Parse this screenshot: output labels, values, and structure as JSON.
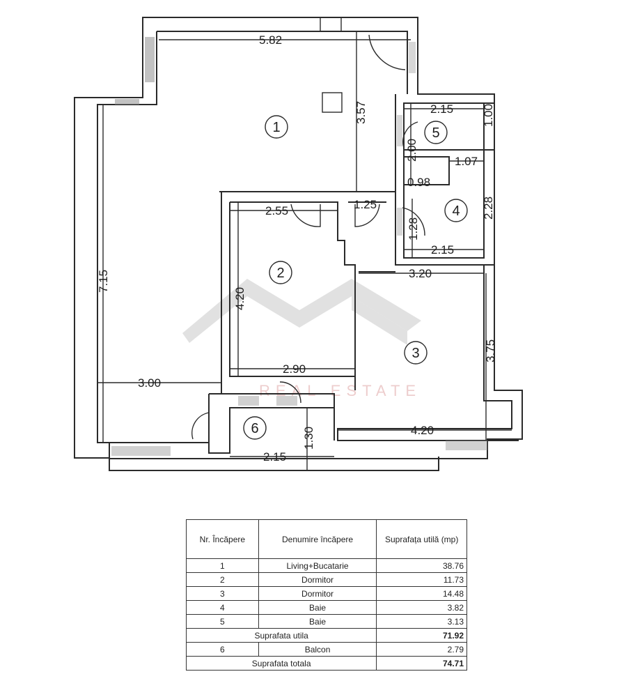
{
  "plan": {
    "dimensions": {
      "d582": "5.82",
      "d357": "3.57",
      "d715": "7.15",
      "d300": "3.00",
      "d255": "2.55",
      "d125": "1.25",
      "d420v": "4.20",
      "d290": "2.90",
      "d215a": "2.15",
      "d100": "1.00",
      "d200": "2.00",
      "d107": "1.07",
      "d098": "0.98",
      "d228": "2.28",
      "d128": "1.28",
      "d215b": "2.15",
      "d320": "3.20",
      "d375": "3.75",
      "d420h": "4.20",
      "d130": "1.30",
      "d215c": "2.15"
    },
    "rooms": [
      "1",
      "2",
      "3",
      "4",
      "5",
      "6"
    ],
    "watermark": {
      "sub": "REAL ESTATE"
    }
  },
  "table": {
    "headers": {
      "nr": "Nr. Încăpere",
      "name": "Denumire încăpere",
      "area": "Suprafața utilă (mp)"
    },
    "rows": [
      {
        "nr": "1",
        "name": "Living+Bucatarie",
        "area": "38.76"
      },
      {
        "nr": "2",
        "name": "Dormitor",
        "area": "11.73"
      },
      {
        "nr": "3",
        "name": "Dormitor",
        "area": "14.48"
      },
      {
        "nr": "4",
        "name": "Baie",
        "area": "3.82"
      },
      {
        "nr": "5",
        "name": "Baie",
        "area": "3.13"
      }
    ],
    "subtotal": {
      "label": "Suprafata utila",
      "area": "71.92"
    },
    "balcony": {
      "nr": "6",
      "name": "Balcon",
      "area": "2.79"
    },
    "total": {
      "label": "Suprafata totala",
      "area": "74.71"
    }
  }
}
